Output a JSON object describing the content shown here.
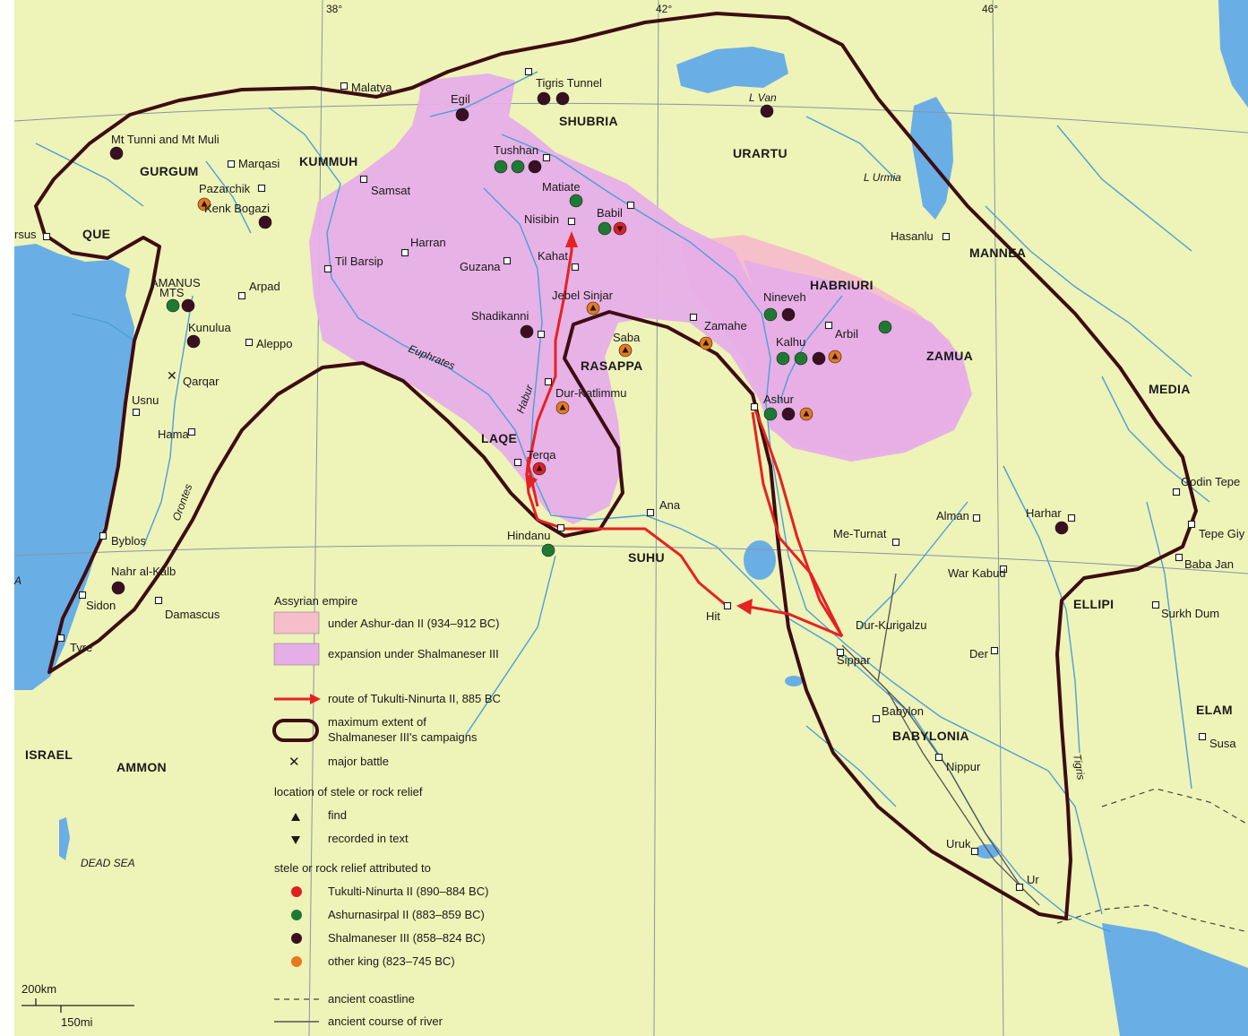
{
  "graticule": [
    "38°",
    "42°",
    "46°"
  ],
  "regions": [
    {
      "id": "que",
      "name": "QUE"
    },
    {
      "id": "gurgum",
      "name": "GURGUM"
    },
    {
      "id": "kummuh",
      "name": "KUMMUH"
    },
    {
      "id": "shubria",
      "name": "SHUBRIA"
    },
    {
      "id": "urartu",
      "name": "URARTU"
    },
    {
      "id": "mannea",
      "name": "MANNEA"
    },
    {
      "id": "habriuri",
      "name": "HABRIURI"
    },
    {
      "id": "zamua",
      "name": "ZAMUA"
    },
    {
      "id": "media",
      "name": "MEDIA"
    },
    {
      "id": "rasappa",
      "name": "RASAPPA"
    },
    {
      "id": "laqe",
      "name": "LAQE"
    },
    {
      "id": "suhu",
      "name": "SUHU"
    },
    {
      "id": "ellipi",
      "name": "ELLIPI"
    },
    {
      "id": "elam",
      "name": "ELAM"
    },
    {
      "id": "babylonia",
      "name": "BABYLONIA"
    },
    {
      "id": "israel",
      "name": "ISRAEL"
    },
    {
      "id": "ammon",
      "name": "AMMON"
    }
  ],
  "water_labels": [
    {
      "id": "l-van",
      "name": "L Van"
    },
    {
      "id": "l-urmia",
      "name": "L Urmia"
    },
    {
      "id": "dead-sea",
      "name": "DEAD SEA"
    },
    {
      "id": "sea-edge",
      "name": "A"
    }
  ],
  "rivers": [
    {
      "id": "euphrates",
      "name": "Euphrates"
    },
    {
      "id": "habur",
      "name": "Habur"
    },
    {
      "id": "orontes",
      "name": "Orontes"
    },
    {
      "id": "tigris",
      "name": "Tigris"
    }
  ],
  "places": [
    {
      "id": "malatya",
      "name": "Malatya"
    },
    {
      "id": "egil",
      "name": "Egil"
    },
    {
      "id": "tigris-tunnel",
      "name": "Tigris Tunnel"
    },
    {
      "id": "mt-tunni",
      "name": "Mt Tunni and Mt Muli"
    },
    {
      "id": "marqasi",
      "name": "Marqasi"
    },
    {
      "id": "pazarchik",
      "name": "Pazarchik"
    },
    {
      "id": "kenk-bogazi",
      "name": "Kenk Bogazi"
    },
    {
      "id": "samsat",
      "name": "Samsat"
    },
    {
      "id": "tushhan",
      "name": "Tushhan"
    },
    {
      "id": "matiate",
      "name": "Matiate"
    },
    {
      "id": "nisibin",
      "name": "Nisibin"
    },
    {
      "id": "babil",
      "name": "Babil"
    },
    {
      "id": "kahat",
      "name": "Kahat"
    },
    {
      "id": "harran",
      "name": "Harran"
    },
    {
      "id": "guzana",
      "name": "Guzana"
    },
    {
      "id": "til-barsip",
      "name": "Til Barsip"
    },
    {
      "id": "tarsus",
      "name": "rsus"
    },
    {
      "id": "amanus-1",
      "name": "AMANUS"
    },
    {
      "id": "amanus-2",
      "name": "MTS"
    },
    {
      "id": "arpad",
      "name": "Arpad"
    },
    {
      "id": "kunulua",
      "name": "Kunulua"
    },
    {
      "id": "aleppo",
      "name": "Aleppo"
    },
    {
      "id": "qarqar",
      "name": "Qarqar"
    },
    {
      "id": "usnu",
      "name": "Usnu"
    },
    {
      "id": "hama",
      "name": "Hama"
    },
    {
      "id": "jebel-sinjar",
      "name": "Jebel Sinjar"
    },
    {
      "id": "shadikanni",
      "name": "Shadikanni"
    },
    {
      "id": "saba",
      "name": "Saba"
    },
    {
      "id": "dur-katlimmu",
      "name": "Dur-Katlimmu"
    },
    {
      "id": "terqa",
      "name": "Terqa"
    },
    {
      "id": "hindanu",
      "name": "Hindanu"
    },
    {
      "id": "ana",
      "name": "Ana"
    },
    {
      "id": "hit",
      "name": "Hit"
    },
    {
      "id": "nineveh",
      "name": "Nineveh"
    },
    {
      "id": "zamahe",
      "name": "Zamahe"
    },
    {
      "id": "kalhu",
      "name": "Kalhu"
    },
    {
      "id": "arbil",
      "name": "Arbil"
    },
    {
      "id": "ashur",
      "name": "Ashur"
    },
    {
      "id": "hasanlu",
      "name": "Hasanlu"
    },
    {
      "id": "godin-tepe",
      "name": "Godin Tepe"
    },
    {
      "id": "tepe-giyan",
      "name": "Tepe Giy"
    },
    {
      "id": "alman",
      "name": "Alman"
    },
    {
      "id": "harhar",
      "name": "Harhar"
    },
    {
      "id": "me-turnat",
      "name": "Me-Turnat"
    },
    {
      "id": "war-kabud",
      "name": "War Kabud"
    },
    {
      "id": "baba-jan",
      "name": "Baba Jan"
    },
    {
      "id": "surkh-dum",
      "name": "Surkh Dum"
    },
    {
      "id": "dur-kurigalzu",
      "name": "Dur-Kurigalzu"
    },
    {
      "id": "sippar",
      "name": "Sippar"
    },
    {
      "id": "der",
      "name": "Der"
    },
    {
      "id": "babylon",
      "name": "Babylon"
    },
    {
      "id": "nippur",
      "name": "Nippur"
    },
    {
      "id": "susa",
      "name": "Susa"
    },
    {
      "id": "uruk",
      "name": "Uruk"
    },
    {
      "id": "ur",
      "name": "Ur"
    },
    {
      "id": "byblos",
      "name": "Byblos"
    },
    {
      "id": "nahr-al-kalb",
      "name": "Nahr al-Kalb"
    },
    {
      "id": "sidon",
      "name": "Sidon"
    },
    {
      "id": "damascus",
      "name": "Damascus"
    },
    {
      "id": "tyre",
      "name": "Tyre"
    }
  ],
  "colors": {
    "land": "#eef3b8",
    "water": "#6aaee6",
    "river": "#4b9fd8",
    "ashur_dan": "#f6bdcb",
    "shalmaneser": "#e6aee7",
    "boundary": "#3d0d12",
    "route": "#e52222",
    "tukulti": "#e02020",
    "ashurnasirpal": "#1e7a32",
    "shalmaneser_dot": "#3a0f22",
    "other_king": "#e8781e"
  },
  "legend": {
    "empire_heading": "Assyrian empire",
    "ashur_dan": "under Ashur-dan II (934–912 BC)",
    "expansion": "expansion under Shalmaneser III",
    "route": "route of Tukulti-Ninurta II, 885 BC",
    "extent_1": "maximum extent of",
    "extent_2": "Shalmaneser III's campaigns",
    "battle": "major battle",
    "stele_location": "location of stele or rock relief",
    "find": "find",
    "recorded": "recorded in text",
    "attributed": "stele or rock relief attributed to",
    "tukulti": "Tukulti-Ninurta II (890–884 BC)",
    "ashurnasirpal": "Ashurnasirpal II (883–859 BC)",
    "shalmaneser": "Shalmaneser III (858–824 BC)",
    "other_king": "other king (823–745 BC)",
    "coastline": "ancient coastline",
    "river_course": "ancient course of river"
  },
  "scale": {
    "km": "200km",
    "mi": "150mi"
  }
}
